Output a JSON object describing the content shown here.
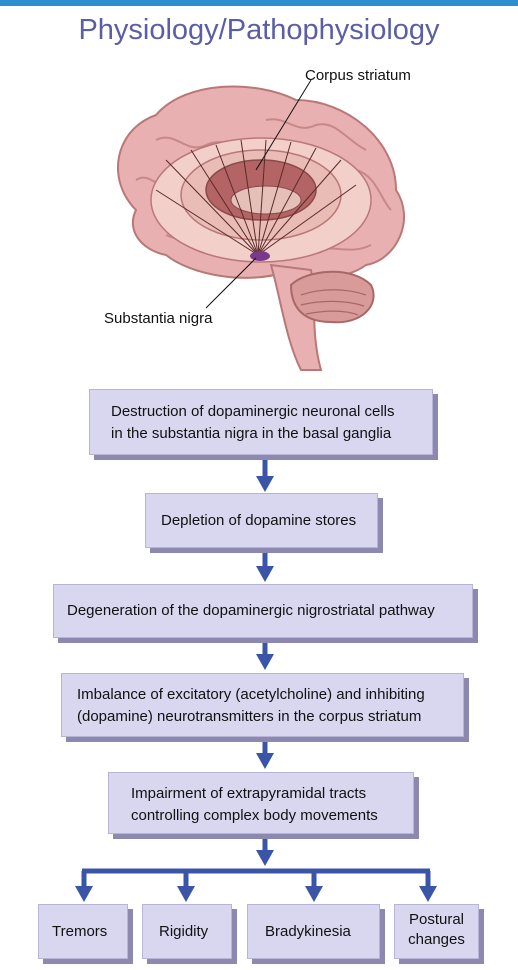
{
  "title": "Physiology/Pathophysiology",
  "labels": {
    "corpus_striatum": "Corpus striatum",
    "substantia_nigra": "Substantia nigra"
  },
  "flow": {
    "step1": [
      "Destruction of dopaminergic neuronal cells",
      "in the substantia nigra in the basal ganglia"
    ],
    "step2": "Depletion of dopamine stores",
    "step3": "Degeneration of the dopaminergic nigrostriatal pathway",
    "step4": [
      "Imbalance of excitatory (acetylcholine) and inhibiting",
      "(dopamine) neurotransmitters in the corpus striatum"
    ],
    "step5": [
      "Impairment of extrapyramidal tracts",
      "controlling complex body movements"
    ]
  },
  "outcomes": {
    "tremors": "Tremors",
    "rigidity": "Rigidity",
    "bradykinesia": "Bradykinesia",
    "postural": [
      "Postural",
      "changes"
    ]
  },
  "colors": {
    "title": "#5b5ea6",
    "box_fill": "#d9d6ef",
    "box_shadow": "#8c88b0",
    "arrow": "#3a55a8",
    "accent_bar": "#2e8fd0"
  }
}
